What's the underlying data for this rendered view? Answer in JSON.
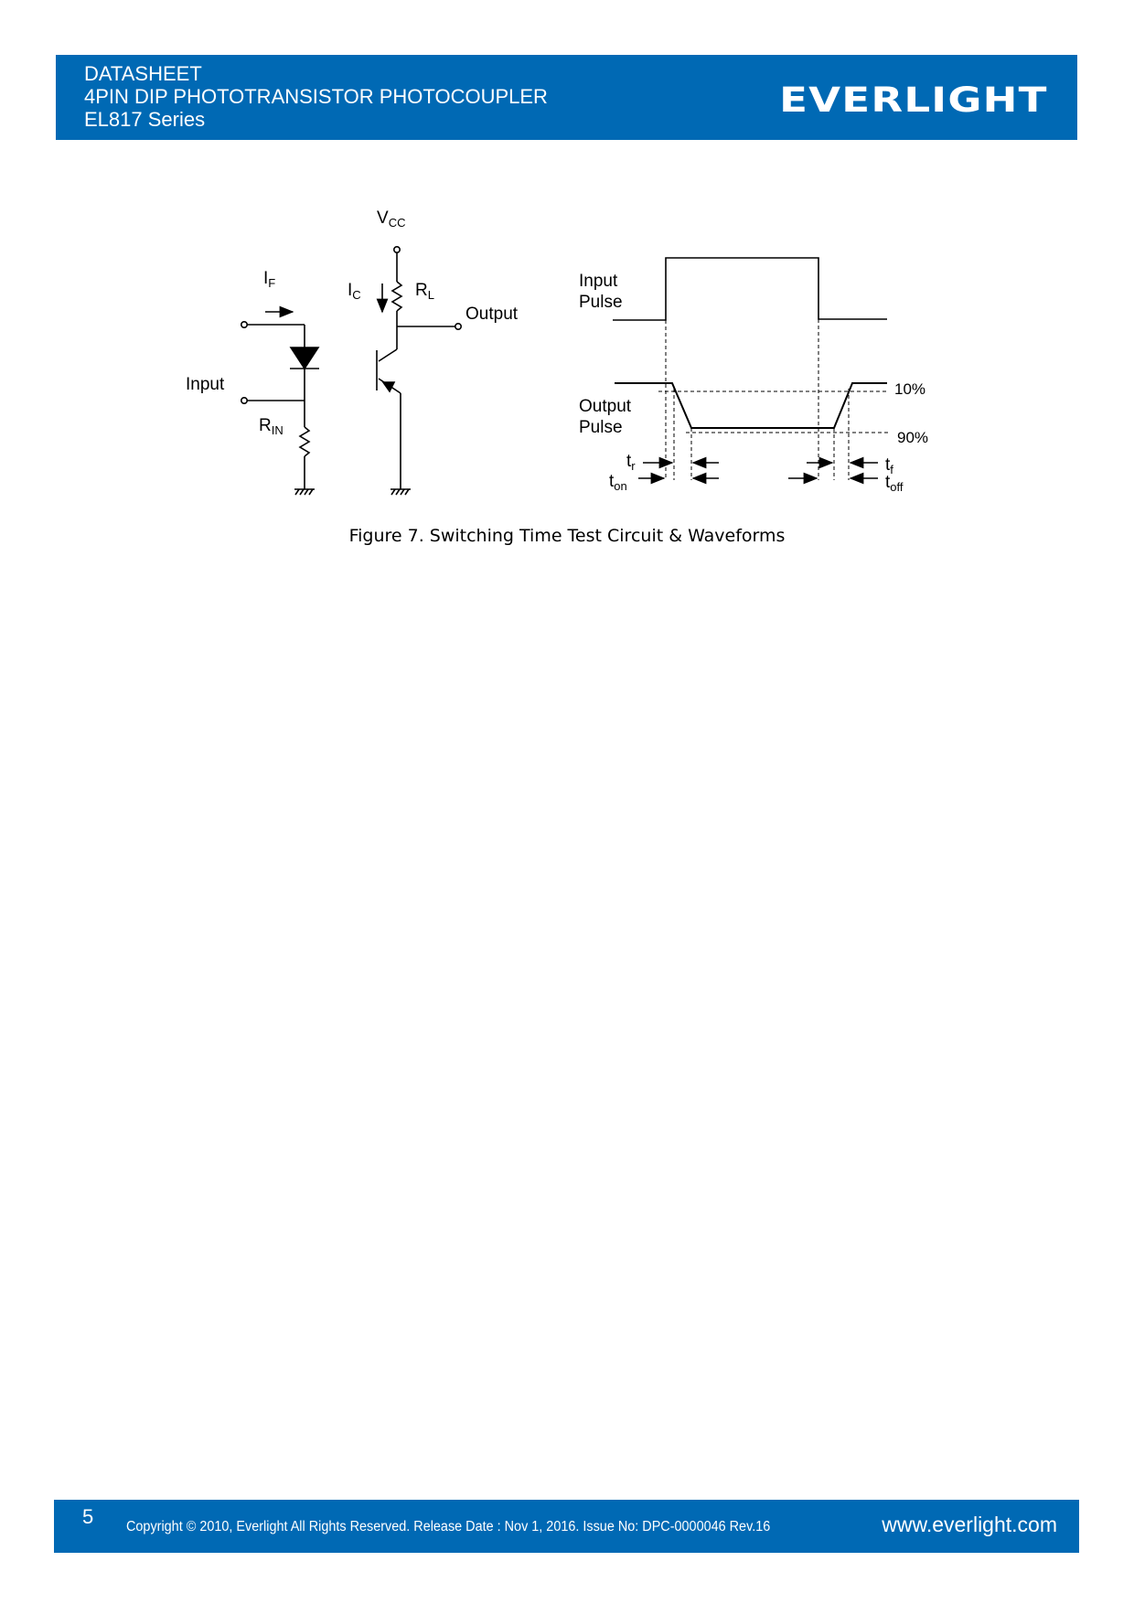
{
  "header": {
    "line1": "DATASHEET",
    "line2": "4PIN DIP PHOTOTRANSISTOR PHOTOCOUPLER",
    "line3": "EL817 Series",
    "logo": "EVERLIGHT",
    "background_color": "#0069b4"
  },
  "figure": {
    "circuit": {
      "vcc_label": "V",
      "vcc_sub": "CC",
      "if_label": "I",
      "if_sub": "F",
      "ic_label": "I",
      "ic_sub": "C",
      "rl_label": "R",
      "rl_sub": "L",
      "rin_label": "R",
      "rin_sub": "IN",
      "input_label": "Input",
      "output_label": "Output"
    },
    "waveforms": {
      "input_pulse_line1": "Input",
      "input_pulse_line2": "Pulse",
      "output_pulse_line1": "Output",
      "output_pulse_line2": "Pulse",
      "level_10": "10%",
      "level_90": "90%",
      "tr_label": "t",
      "tr_sub": "r",
      "ton_label": "t",
      "ton_sub": "on",
      "tf_label": "t",
      "tf_sub": "f",
      "toff_label": "t",
      "toff_sub": "off"
    },
    "caption": "Figure 7. Switching Time Test Circuit & Waveforms"
  },
  "footer": {
    "page_number": "5",
    "copyright": "Copyright © 2010, Everlight All Rights Reserved. Release Date : Nov 1, 2016. Issue No: DPC-0000046   Rev.16",
    "website": "www.everlight.com"
  }
}
